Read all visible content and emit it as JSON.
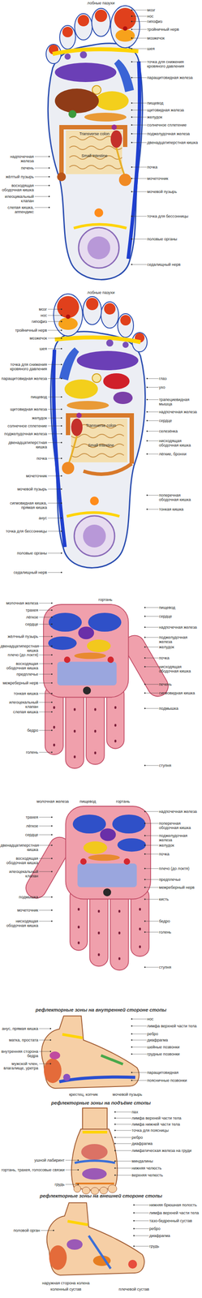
{
  "diagram": {
    "labels": [
      "лобные пазухи",
      "мозг",
      "нос",
      "гипофиз",
      "тройничный нерв",
      "мозжечок",
      "шея",
      "точка для снижения кровяного давления",
      "паращитовидная железа",
      "пищевод",
      "щитовидная железа",
      "желудок",
      "солнечное сплетение",
      "поджелудочная железа",
      "двенадцатиперстная кишка",
      "почка",
      "мочеточник",
      "мочевой пузырь",
      "точка для бессонницы",
      "половые органы",
      "седалищный нерв",
      "надпочечная железа",
      "печень",
      "жёлтый пузырь",
      "восходящая ободочная кишка",
      "илеоцикальный клапан",
      "слепая кишка, аппендикс",
      "Transverse colon",
      "Small Intestine",
      "лобные пазухи",
      "мозг",
      "нос",
      "гипофиз",
      "тройничный нерв",
      "мозжечок",
      "шея",
      "точка для снижения кровяного давления",
      "паращитовидная железа",
      "пищевод",
      "щитовидная железа",
      "желудок",
      "солнечное сплетение",
      "поджелудочная железа",
      "двенадцатиперстная кишка",
      "почка",
      "мочеточник",
      "мочевой пузырь",
      "сигмовидная кишка, прямая кишка",
      "анус",
      "точка для бессонницы",
      "половые органы",
      "седалищный нерв",
      "глаз",
      "ухо",
      "трапециевидная мышца",
      "надпочечная железа",
      "сердце",
      "селезёнка",
      "нисходящая ободочная кишка",
      "лёгкие, бронхи",
      "поперечная ободочная кишка",
      "тонкая кишка",
      "Transverse colon",
      "Small Intestine",
      "гортань",
      "молочная железа",
      "трахея",
      "лёгкое",
      "сердце",
      "жёлчный пузырь",
      "двенадцатиперстная кишка",
      "плечо (до локтя)",
      "восходящая ободочная кишка",
      "предплечье",
      "межреберный нерв",
      "тонкая кишка",
      "илеоцекальный клапан",
      "слепая кишка",
      "бедро",
      "голень",
      "пищевод",
      "сердце",
      "надпочечная железа",
      "поджелудочная железа",
      "желудок",
      "почка",
      "нисходящая ободочная кишка",
      "печень",
      "сигмовидная кишка",
      "подмышка",
      "ступня",
      "молочная железа",
      "пищевод",
      "гортань",
      "трахея",
      "лёгкое",
      "сердце",
      "двенадцатиперстная кишка",
      "восходящая ободочная кишка",
      "илеоцекальный клапан",
      "подмышка",
      "мочеточник",
      "нисходящая ободочная кишка",
      "надпочечная железа",
      "поперечная ободочная кишка",
      "поджелудочная железа",
      "желудок",
      "почка",
      "плечо (до локтя)",
      "предплечье",
      "межреберный нерв",
      "кисть",
      "бедро",
      "голень",
      "ступня",
      "рефлекторные зоны на внутренней стороне стопы",
      "анус, прямая кишка",
      "матка, простата",
      "внутренняя сторона бедра",
      "мужской член, влагалище, уретра",
      "крестец, копчик",
      "мочевой пузырь",
      "нос",
      "лимфа верхней части тела",
      "ребро",
      "диафрагма",
      "шейные позвонки",
      "грудные позвонки",
      "паращитовидная",
      "поясничные позвонки",
      "рефлекторные зоны на подъёме стопы",
      "ушной лабиринт",
      "гортань, трахея, голосовые связки",
      "грудь",
      "пах",
      "лимфа верхней части тела",
      "лимфа нижней части тела",
      "точка для поясницы",
      "ребро",
      "диафрагма",
      "лимфатическая железа на груди",
      "миндалины",
      "нижняя челюсть",
      "верхняя челюсть",
      "рефлекторные зоны на внешней стороне стопы",
      "половой орган",
      "нижняя брюшная полость",
      "лимфа верхней части тела",
      "тазо-бедренный сустав",
      "ребро",
      "диафрагма",
      "грудь",
      "наружная сторона колена",
      "коленный сустав",
      "плечевой сустав"
    ]
  }
}
